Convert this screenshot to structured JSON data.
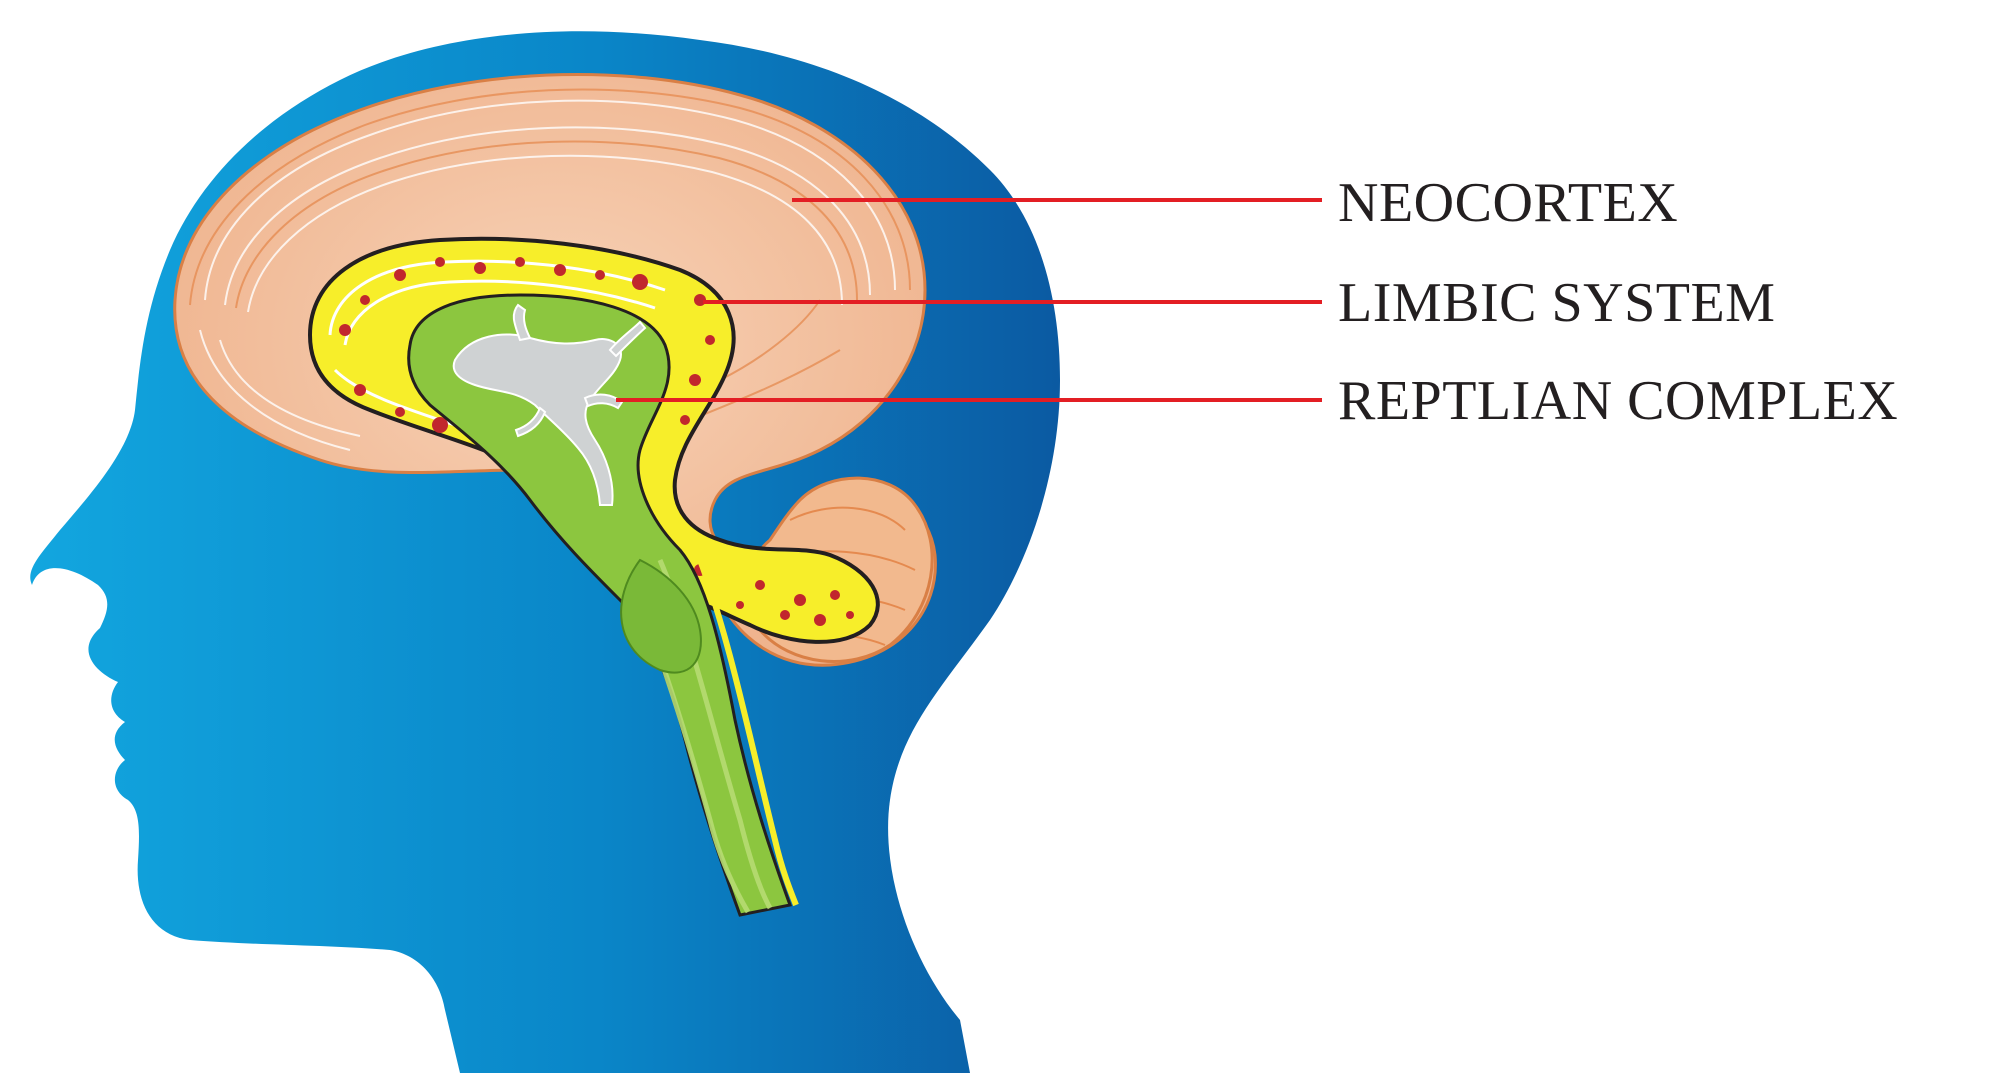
{
  "labels": {
    "neocortex": "NEOCORTEX",
    "limbic": "LIMBIC SYSTEM",
    "reptilian": "REPTLIAN COMPLEX"
  },
  "colors": {
    "head_light": "#0aa3dc",
    "head_dark": "#0b62a8",
    "neocortex": "#f4c4a4",
    "neocortex_lines": "#e58a4f",
    "limbic": "#f7ee2a",
    "reptilian": "#8cc63f",
    "leader_line": "#e31e24",
    "dots": "#c1272d"
  },
  "icons": {
    "head": "head-silhouette",
    "lizard": "lizard-icon"
  }
}
